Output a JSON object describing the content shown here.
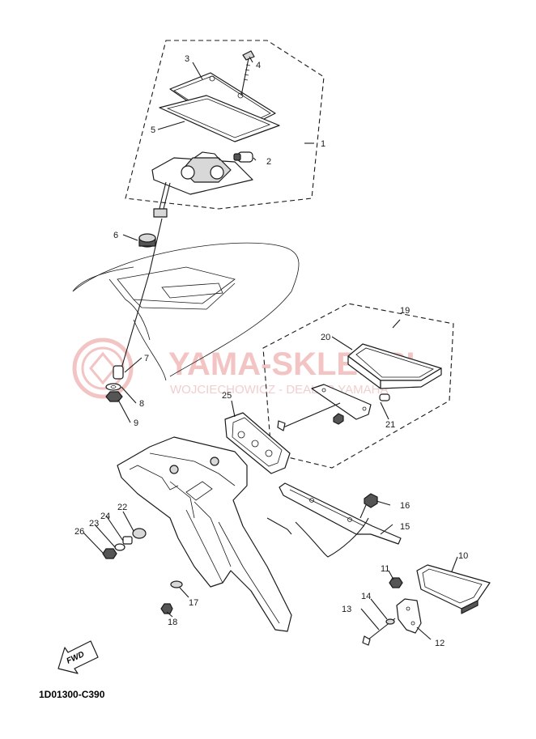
{
  "diagram_code": "1D01300-C390",
  "watermark": {
    "main": "YAMA-SKLEP.PL",
    "sub": "WOJCIECHOWICZ - DEALER YAMAHA"
  },
  "fwd_label": "FWD",
  "callouts": {
    "p1": "1",
    "p2": "2",
    "p3": "3",
    "p4": "4",
    "p5": "5",
    "p6": "6",
    "p7": "7",
    "p8": "8",
    "p9": "9",
    "p10": "10",
    "p11": "11",
    "p12": "12",
    "p13": "13",
    "p14": "14",
    "p15": "15",
    "p16": "16",
    "p17": "17",
    "p18": "18",
    "p19": "19",
    "p20": "20",
    "p21": "21",
    "p22": "22",
    "p23": "23",
    "p24": "24",
    "p25": "25",
    "p26": "26"
  },
  "colors": {
    "line": "#1a1a1a",
    "watermark": "#f2c4c4"
  }
}
